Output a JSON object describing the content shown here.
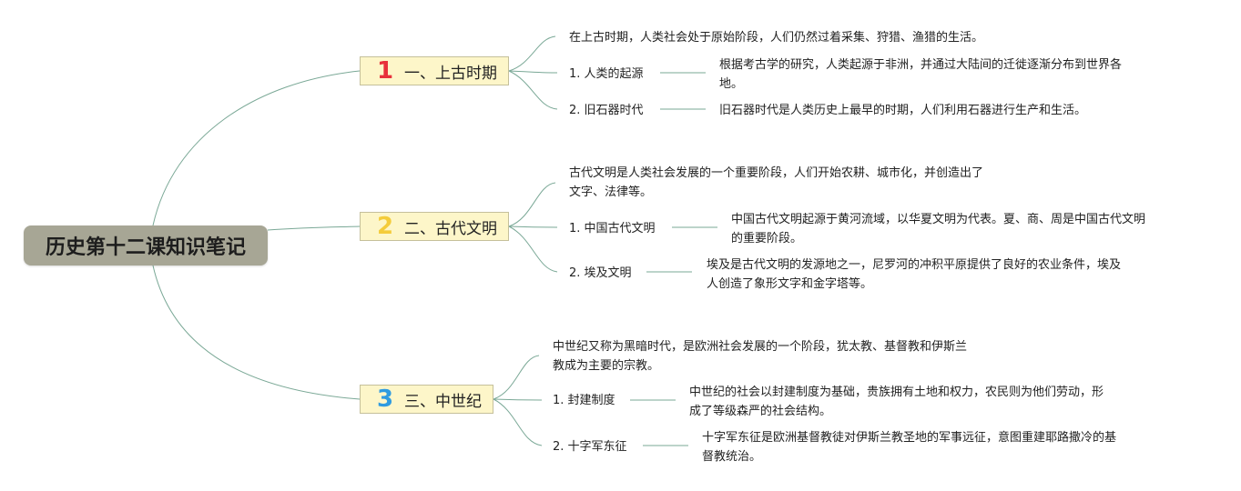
{
  "root": {
    "title": "历史第十二课知识笔记"
  },
  "topics": [
    {
      "number": "1",
      "number_color": "#e8313c",
      "label": "一、上古时期",
      "intro": [
        "在上古时期，人类社会处于原始阶段，人们仍然过着采集、狩猎、渔猎的生活。"
      ],
      "items": [
        {
          "label": "1. 人类的起源",
          "desc": [
            "根据考古学的研究，人类起源于非洲，并通过大陆间的迁徙逐渐分布到世界各",
            "地。"
          ]
        },
        {
          "label": "2. 旧石器时代",
          "desc": [
            "旧石器时代是人类历史上最早的时期，人们利用石器进行生产和生活。"
          ]
        }
      ]
    },
    {
      "number": "2",
      "number_color": "#f4cc3b",
      "label": "二、古代文明",
      "intro": [
        "古代文明是人类社会发展的一个重要阶段，人们开始农耕、城市化，并创造出了",
        "文字、法律等。"
      ],
      "items": [
        {
          "label": "1. 中国古代文明",
          "desc": [
            "中国古代文明起源于黄河流域，以华夏文明为代表。夏、商、周是中国古代文明",
            "的重要阶段。"
          ]
        },
        {
          "label": "2. 埃及文明",
          "desc": [
            "埃及是古代文明的发源地之一，尼罗河的冲积平原提供了良好的农业条件，埃及",
            "人创造了象形文字和金字塔等。"
          ]
        }
      ]
    },
    {
      "number": "3",
      "number_color": "#2f9be0",
      "label": "三、中世纪",
      "intro": [
        "中世纪又称为黑暗时代，是欧洲社会发展的一个阶段，犹太教、基督教和伊斯兰",
        "教成为主要的宗教。"
      ],
      "items": [
        {
          "label": "1. 封建制度",
          "desc": [
            "中世纪的社会以封建制度为基础，贵族拥有土地和权力，农民则为他们劳动，形",
            "成了等级森严的社会结构。"
          ]
        },
        {
          "label": "2. 十字军东征",
          "desc": [
            "十字军东征是欧洲基督教徒对伊斯兰教圣地的军事远征，意图重建耶路撒冷的基",
            "督教统治。"
          ]
        }
      ]
    }
  ],
  "colors": {
    "link": "#7aa896",
    "root_bg": "#a7a695",
    "topic_bg": "#fdf6c9"
  }
}
